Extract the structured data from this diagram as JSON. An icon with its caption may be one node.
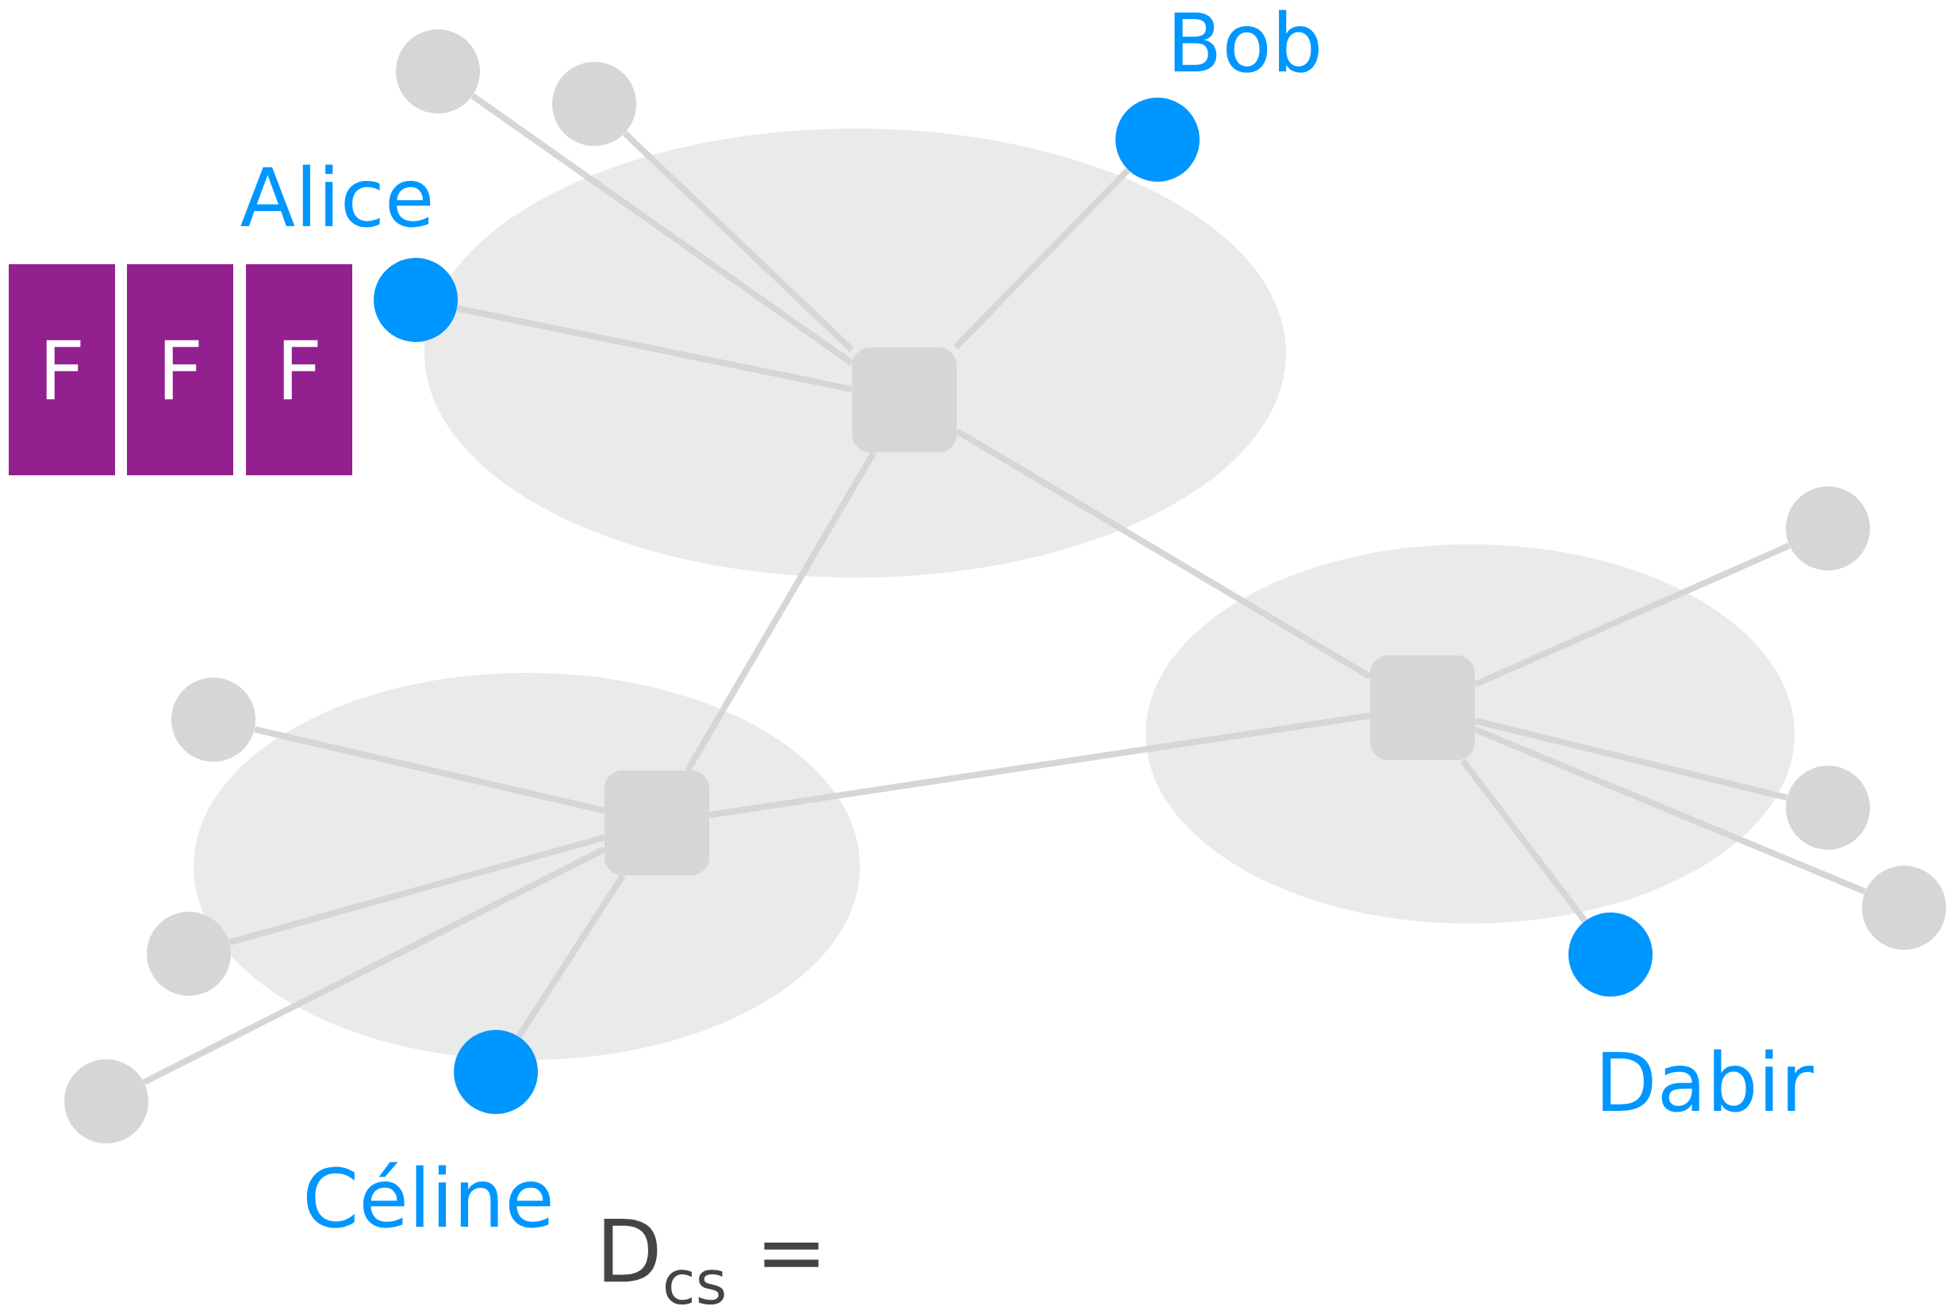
{
  "diagram": {
    "nodes": [
      {
        "text": [],
        "shape": "ellipse"
      },
      {
        "text": [],
        "shape": "box",
        "in": 0
      },
      {
        "text": [],
        "shape": "ellipse"
      },
      {
        "text": [],
        "shape": "box",
        "in": 2
      },
      {
        "text": [],
        "shape": "ellipse"
      },
      {
        "text": [],
        "shape": "box",
        "in": 4
      },
      {
        "text": [],
        "shape": "circle"
      },
      {
        "text": [],
        "shape": "circle"
      },
      {
        "text": [
          "Bob"
        ]
      },
      {
        "text": [
          "Alice"
        ]
      },
      {
        "text": [
          "F"
        ]
      },
      {
        "text": [
          "F"
        ]
      },
      {
        "text": [
          "F"
        ]
      },
      {
        "text": [],
        "shape": "circle"
      },
      {
        "text": [],
        "shape": "circle"
      },
      {
        "text": [],
        "shape": "circle"
      },
      {
        "text": [],
        "shape": "circle"
      },
      {
        "text": [
          "Dabir"
        ]
      },
      {
        "text": [],
        "shape": "circle"
      },
      {
        "text": [],
        "shape": "circle"
      },
      {
        "text": [
          "Céline"
        ]
      }
    ],
    "edges": [
      {
        "from": 1,
        "to": 3,
        "arrow": "none"
      },
      {
        "from": 1,
        "to": 5,
        "arrow": "none"
      },
      {
        "from": 5,
        "to": 3,
        "arrow": "none"
      },
      {
        "from": 6,
        "to": 1,
        "arrow": "none"
      },
      {
        "from": 7,
        "to": 1,
        "arrow": "none"
      },
      {
        "from": 8,
        "to": 1,
        "arrow": "none"
      },
      {
        "from": 9,
        "to": 1,
        "arrow": "none"
      },
      {
        "from": 13,
        "to": 3,
        "arrow": "none"
      },
      {
        "from": 15,
        "to": 3,
        "arrow": "none"
      },
      {
        "from": 16,
        "to": 3,
        "arrow": "none"
      },
      {
        "from": 17,
        "to": 3,
        "arrow": "none"
      },
      {
        "from": 14,
        "to": 5,
        "arrow": "none"
      },
      {
        "from": 18,
        "to": 5,
        "arrow": "none"
      },
      {
        "from": 19,
        "to": 5,
        "arrow": "none"
      },
      {
        "from": 20,
        "to": 5,
        "arrow": "none"
      }
    ],
    "labels": [
      "D$_{cs}$ ="
    ]
  }
}
